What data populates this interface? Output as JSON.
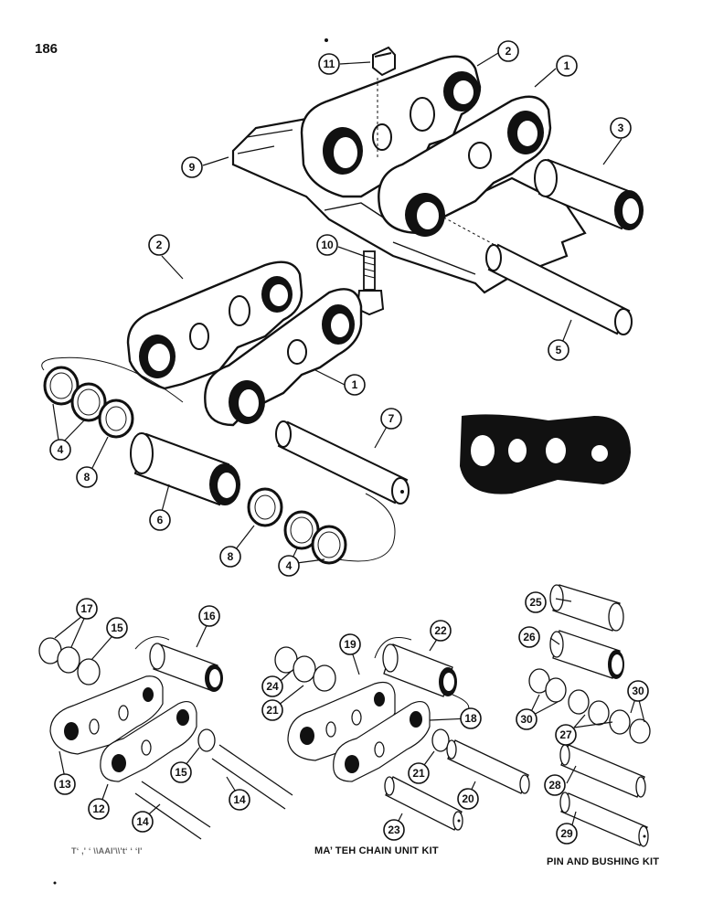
{
  "page_number": "186",
  "kit_labels": {
    "left": "T‘ ,' ‘  \\\\AAI'\\\\'t‘ ‘ ‘I'",
    "middle": "MA’ TEH CHAIN UNIT KIT",
    "right": "PIN AND BUSHING KIT"
  },
  "callouts": [
    "1",
    "2",
    "3",
    "4",
    "5",
    "6",
    "7",
    "8",
    "9",
    "10",
    "11",
    "12",
    "13",
    "14",
    "15",
    "16",
    "17",
    "18",
    "19",
    "20",
    "21",
    "22",
    "23",
    "24",
    "25",
    "26",
    "27",
    "28",
    "29",
    "30"
  ],
  "icons": [
    "link-icon",
    "pin-icon",
    "bushing-icon",
    "seal-icon",
    "shoe-icon",
    "bolt-icon",
    "nut-icon",
    "section-icon"
  ]
}
